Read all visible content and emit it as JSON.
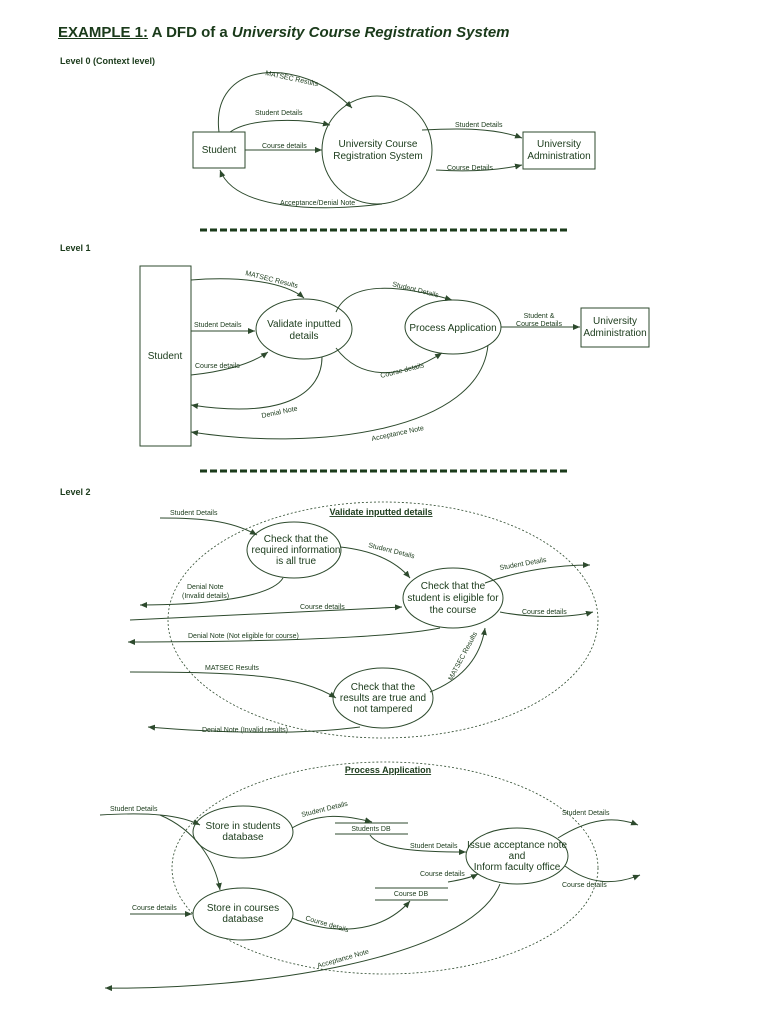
{
  "title": {
    "prefix": "EXAMPLE 1:",
    "middle": " A DFD of a ",
    "system": "University Course Registration System"
  },
  "level0": {
    "heading": "Level 0 (Context level)",
    "student": "Student",
    "system_line1": "University Course",
    "system_line2": "Registration System",
    "admin_line1": "University",
    "admin_line2": "Administration",
    "flow_matsec": "MATSEC Results",
    "flow_student_details": "Student Details",
    "flow_course_details": "Course details",
    "flow_acceptance": "Acceptance/Denial Note",
    "flow_out_student": "Student  Details",
    "flow_out_course": "Course Details"
  },
  "level1": {
    "heading": "Level 1",
    "student": "Student",
    "validate_line1": "Validate inputted",
    "validate_line2": "details",
    "process": "Process Application",
    "admin_line1": "University",
    "admin_line2": "Administration",
    "flow_matsec": "MATSEC Results",
    "flow_student_details": "Student Details",
    "flow_course_details": "Course details",
    "flow_denial": "Denial Note",
    "flow_vp_student": "Student Details",
    "flow_vp_course": "Course details",
    "flow_out_line1": "Student &",
    "flow_out_line2": "Course Details",
    "flow_acceptance": "Acceptance  Note"
  },
  "level2": {
    "heading": "Level 2",
    "validate_title": "Validate inputted details",
    "check1_line1": "Check that the",
    "check1_line2": "required information",
    "check1_line3": "is all true",
    "check2_line1": "Check that the",
    "check2_line2": "student is eligible for",
    "check2_line3": "the course",
    "check3_line1": "Check that the",
    "check3_line2": "results are true and",
    "check3_line3": "not tampered",
    "flow_in_student": "Student Details",
    "flow_c1_c2": "Student Details",
    "flow_denial_invalid1": "Denial Note",
    "flow_denial_invalid2": "(Invalid details)",
    "flow_in_course": "Course details",
    "flow_denial_eligible": "Denial Note (Not eligible for course)",
    "flow_in_matsec": "MATSEC Results",
    "flow_c3_c2": "MATSEC Results",
    "flow_denial_results": "Denial Note (Invalid results)",
    "flow_out_student": "Student Details",
    "flow_out_course": "Course details",
    "process_title": "Process Application",
    "store_students_line1": "Store in students",
    "store_students_line2": "database",
    "store_courses_line1": "Store in courses",
    "store_courses_line2": "database",
    "students_db": "Students DB",
    "course_db": "Course DB",
    "issue_line1": "Issue acceptance note",
    "issue_line2": "and",
    "issue_line3": "Inform faculty office",
    "p_flow_in_student": "Student Details",
    "p_flow_in_course": "Course details",
    "p_flow_to_sdb": "Student Details",
    "p_flow_sdb_issue": "Student Details",
    "p_flow_to_cdb": "Course details",
    "p_flow_cdb_issue": "Course details",
    "p_flow_out_student": "Student Details",
    "p_flow_out_course": "Course details",
    "p_flow_acceptance": "Acceptance Note"
  }
}
